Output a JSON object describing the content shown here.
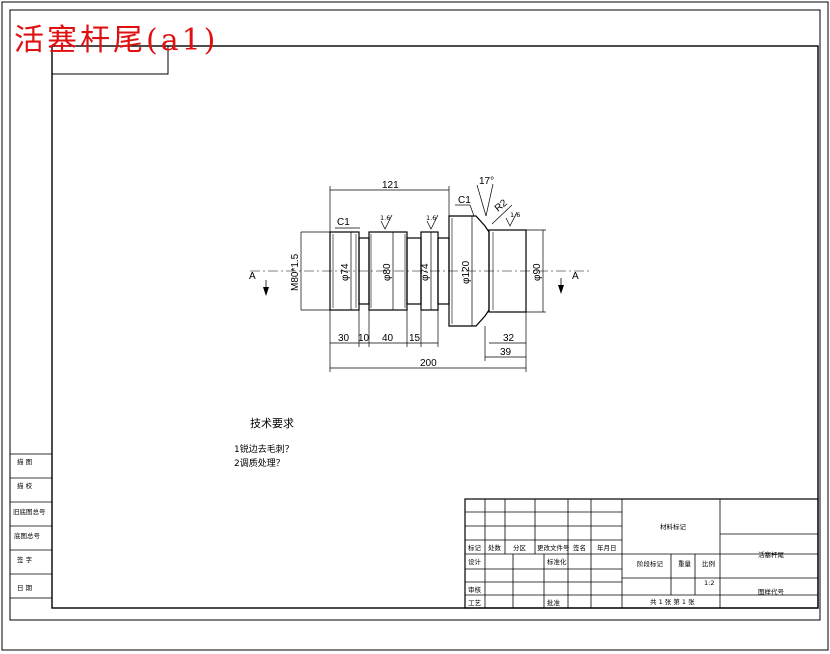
{
  "title": "活塞杆尾(a1)",
  "dimensions": {
    "d_121": "121",
    "angle_17": "17°",
    "c1_left": "C1",
    "c1_right": "C1",
    "r2": "R2",
    "rough_1": "1.6",
    "rough_2": "1.6",
    "rough_3": "1.6",
    "thread": "M80*1.5",
    "dia_74a": "φ74",
    "dia_80": "φ80",
    "dia_74b": "φ74",
    "dia_120": "φ120",
    "dia_90": "φ90",
    "len_30": "30",
    "len_10": "10",
    "len_40": "40",
    "len_15": "15",
    "len_32": "32",
    "len_39": "39",
    "len_200": "200",
    "section_a_left": "A",
    "section_a_right": "A"
  },
  "requirements": {
    "heading": "技术要求",
    "item1": "1锐边去毛刺？",
    "item2": "2调质处理？"
  },
  "side_table": [
    "描 图",
    "描 校",
    "旧底图总号",
    "底图总号",
    "签 字",
    "日 期"
  ],
  "title_block": {
    "labels": {
      "mark": "标记",
      "count": "处数",
      "zone": "分区",
      "change_doc": "更改文件号",
      "sign": "签名",
      "date": "年月日",
      "design": "设计",
      "standard": "标准化",
      "check": "审核",
      "process": "工艺",
      "approve": "批准",
      "stage_mark": "阶段标记",
      "weight": "重量",
      "scale": "比例",
      "scale_value": "1:2",
      "sheets": "共 1 张  第 1 张",
      "material": "材料标记",
      "part_name": "活塞杆尾",
      "drawing_no": "图样代号"
    }
  }
}
